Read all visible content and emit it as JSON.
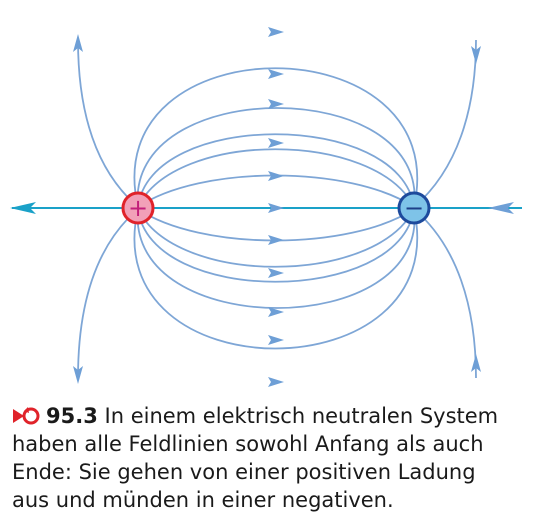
{
  "figure": {
    "positive_symbol": "+",
    "negative_symbol": "−",
    "colors": {
      "field_line": "#7ea6d6",
      "arrow": "#6e9fd6",
      "axis": "#1aa1c8",
      "positive_fill": "#f2a0b8",
      "positive_stroke": "#e0232a",
      "positive_sign": "#c21f7a",
      "negative_fill": "#7ec3e8",
      "negative_stroke": "#1d4a9c",
      "negative_sign": "#1d3f88",
      "marker": "#e0232a"
    },
    "icons": [
      "positive-charge-icon",
      "negative-charge-icon",
      "caption-marker-icon"
    ]
  },
  "caption": {
    "number": "95.3",
    "line1": "In einem elektrisch neutralen System",
    "line2": "haben alle Feldlinien sowohl Anfang als auch",
    "line3": "Ende: Sie gehen von einer positiven Ladung",
    "line4": "aus und münden in einer negativen."
  }
}
